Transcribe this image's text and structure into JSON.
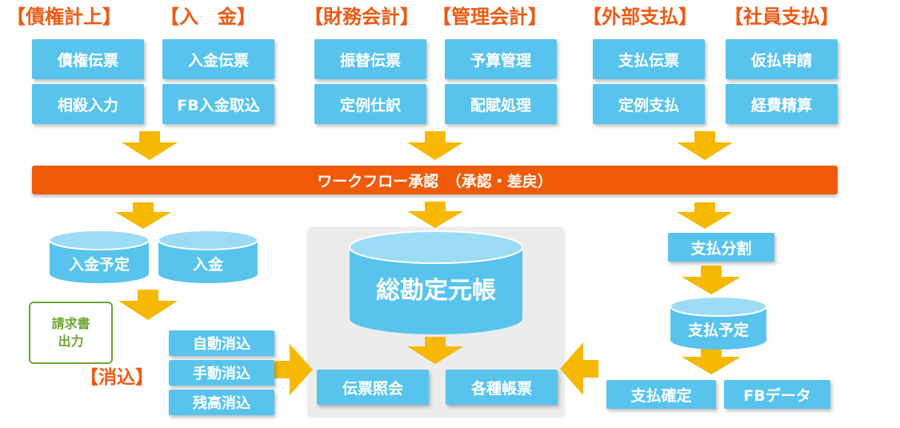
{
  "headers": {
    "receivables": "【債権計上】",
    "deposit": "【入　金】",
    "financial": "【財務会計】",
    "management": "【管理会計】",
    "external_pay": "【外部支払】",
    "employee_pay": "【社員支払】"
  },
  "modules": {
    "receivables": [
      "債権伝票",
      "相殺入力"
    ],
    "deposit": [
      "入金伝票",
      "FB入金取込"
    ],
    "financial": [
      "振替伝票",
      "定例仕訳"
    ],
    "management": [
      "予算管理",
      "配賦処理"
    ],
    "external_pay": [
      "支払伝票",
      "定例支払"
    ],
    "employee_pay": [
      "仮払申請",
      "経費精算"
    ]
  },
  "workflow": "ワークフロー承認　（承認・差戻）",
  "left": {
    "db_planned": "入金予定",
    "db_deposit": "入金",
    "invoice": "請求書\n出力",
    "clearing_title": "【消込】",
    "clearing": [
      "自動消込",
      "手動消込",
      "残高消込"
    ]
  },
  "center": {
    "ledger": "総勘定元帳",
    "voucher_inquiry": "伝票照会",
    "reports": "各種帳票"
  },
  "right": {
    "split": "支払分割",
    "db_planned": "支払予定",
    "confirm": "支払確定",
    "fb_data": "FBデータ"
  },
  "colors": {
    "accent_orange": "#f05a08",
    "header_orange": "#ef5a14",
    "box_blue": "#58c4ee",
    "arrow_yellow": "#f6b800",
    "invoice_green": "#6ea634",
    "panel_gray": "#ececec"
  }
}
